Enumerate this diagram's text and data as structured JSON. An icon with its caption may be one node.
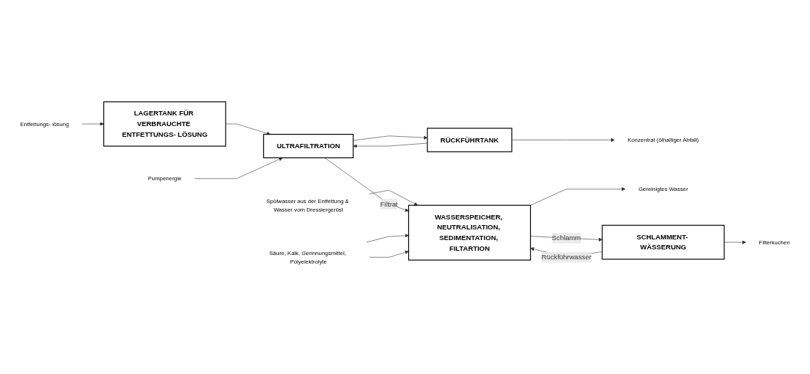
{
  "diagram": {
    "nodes": [
      {
        "text": [
          "Spülwasser aus der Entfettung & Wasser vom Dressiergerüst"
        ]
      },
      {
        "text": [
          "Entfettungs- lösung"
        ]
      },
      {
        "text": [
          "LAGERTANK FÜR VERBRAUCHTE ENTFETTUNGS- LÖSUNG"
        ]
      },
      {
        "text": [
          "Pumpenergie"
        ]
      },
      {
        "text": [
          "ULTRAFILTRATION"
        ]
      },
      {
        "text": [
          "RÜCKFÜHRTANK"
        ]
      },
      {
        "text": [
          "Konzentrat (ölhaltiger Abfall)"
        ]
      },
      {
        "text": [
          "Säure, Kalk, Gerinnungsmittel, Polyelektrolyte"
        ]
      },
      {
        "text": [
          "WASSERSPEICHER, NEUTRALISATION, SEDIMENTATION, FILTARTION"
        ]
      },
      {
        "text": [
          "Gereinigtes Wasser"
        ]
      },
      {
        "text": [
          "SCHLAMMENT- WÄSSERUNG"
        ]
      },
      {
        "text": [
          "Filterkuchen"
        ]
      }
    ],
    "edges": [
      {
        "from": 0,
        "to": 8,
        "arrow": "to"
      },
      {
        "from": 1,
        "to": 2,
        "arrow": "to"
      },
      {
        "from": 2,
        "to": 4,
        "arrow": "to"
      },
      {
        "from": 3,
        "to": 4,
        "arrow": "to"
      },
      {
        "from": 4,
        "to": 5,
        "arrow": "to"
      },
      {
        "from": 5,
        "to": 4,
        "arrow": "to"
      },
      {
        "from": 4,
        "to": 8,
        "label": "Filtrat",
        "arrow": "to"
      },
      {
        "from": 5,
        "to": 6,
        "arrow": "to"
      },
      {
        "from": 7,
        "to": 8,
        "arrow": "to"
      },
      {
        "from": 7,
        "to": 8,
        "arrow": "to"
      },
      {
        "from": 8,
        "to": 9,
        "arrow": "to"
      },
      {
        "from": 8,
        "to": 10,
        "label": "Schlamm",
        "arrow": "to"
      },
      {
        "from": 10,
        "to": 8,
        "label": "Rückführwasser",
        "arrow": "to"
      },
      {
        "from": 10,
        "to": 11,
        "arrow": "to"
      }
    ]
  }
}
